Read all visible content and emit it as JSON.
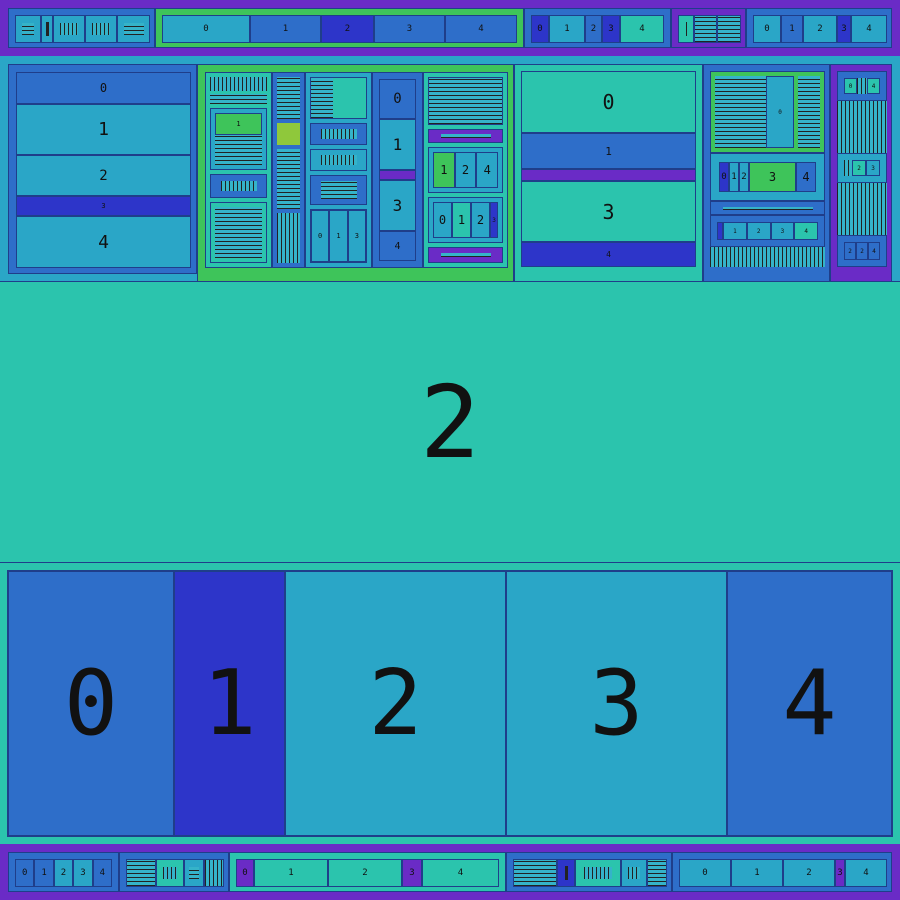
{
  "colors": {
    "teal": "#2bc4ad",
    "cyan": "#2aa6c7",
    "royal": "#2e6ec9",
    "indigo": "#2d35c9",
    "violet": "#6a2bc6",
    "green": "#3ec45a",
    "lime": "#8fc83b",
    "dark": "#1f3e8a"
  },
  "labels": [
    "0",
    "1",
    "2",
    "3",
    "4"
  ],
  "top_strip": {
    "middle_segments": [
      "0",
      "1",
      "2",
      "3",
      "4"
    ],
    "right_segments_a": [
      "0",
      "1",
      "2",
      "3",
      "4"
    ],
    "right_segments_b": [
      "0",
      "1",
      "2",
      "3",
      "4"
    ]
  },
  "upper_block": {
    "left_list": [
      "0",
      "1",
      "2",
      "3",
      "4"
    ],
    "mid_column": [
      "0",
      "1",
      "3",
      "4"
    ],
    "small_row": [
      "1",
      "2",
      "4"
    ],
    "small_row_b": [
      "0",
      "1",
      "2",
      "3"
    ],
    "bottom_small": [
      "0",
      "1",
      "3"
    ],
    "right_list": [
      "0",
      "1",
      "3",
      "4"
    ],
    "far_right_row": [
      "0",
      "1",
      "2",
      "3",
      "4"
    ],
    "far_right_row_b": [
      "1",
      "2",
      "3",
      "4"
    ],
    "tiny_a": [
      "0",
      "4"
    ],
    "tiny_b": [
      "2",
      "3"
    ],
    "tiny_c": [
      "2",
      "2",
      "4"
    ]
  },
  "center_label": "2",
  "big_row": [
    "0",
    "1",
    "2",
    "3",
    "4"
  ],
  "bottom_strip": {
    "left_segments": [
      "0",
      "1",
      "2",
      "3",
      "4"
    ],
    "middle_segments": [
      "0",
      "1",
      "2",
      "3",
      "4"
    ],
    "right_segments": [
      "0",
      "1",
      "2",
      "3",
      "4"
    ]
  }
}
